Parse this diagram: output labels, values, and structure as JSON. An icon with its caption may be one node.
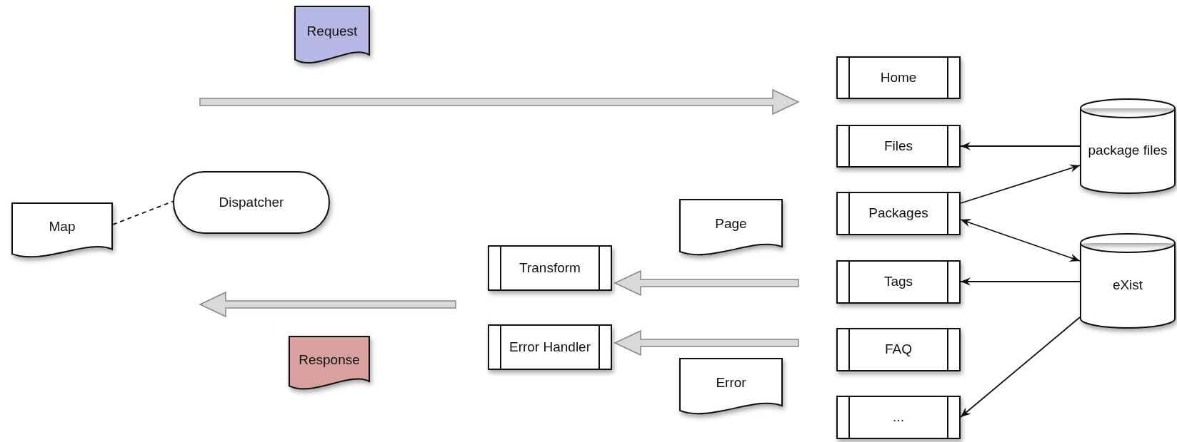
{
  "diagram": {
    "nodes": [
      {
        "text": [
          "Request"
        ]
      },
      {
        "text": [
          "Home"
        ]
      },
      {
        "text": [
          "Files"
        ]
      },
      {
        "text": [
          "package files"
        ]
      },
      {
        "text": [
          "Map"
        ]
      },
      {
        "text": [
          "Dispatcher"
        ]
      },
      {
        "text": [
          "Packages"
        ]
      },
      {
        "text": [
          "Page"
        ]
      },
      {
        "text": [
          "Transform"
        ]
      },
      {
        "text": [
          "eXist"
        ]
      },
      {
        "text": [
          "Tags"
        ]
      },
      {
        "text": [
          "Error Handler"
        ]
      },
      {
        "text": [
          "Response"
        ]
      },
      {
        "text": [
          "FAQ"
        ]
      },
      {
        "text": [
          "Error"
        ]
      },
      {
        "text": [
          "..."
        ]
      }
    ],
    "edges": [
      {
        "from": 3,
        "to": 2,
        "arrow": "to"
      },
      {
        "from": 6,
        "to": 3,
        "arrow": "to"
      },
      {
        "from": 6,
        "to": 9,
        "arrow": "both"
      },
      {
        "from": 9,
        "to": 10,
        "arrow": "to"
      },
      {
        "from": 9,
        "to": 15,
        "arrow": "to"
      },
      {
        "from": 4,
        "to": 5,
        "arrow": "none",
        "style": "dashed"
      },
      {
        "from": 7,
        "to": 8,
        "arrow": "to",
        "style": "thick"
      },
      {
        "from": 14,
        "to": 11,
        "arrow": "to",
        "style": "thick"
      }
    ]
  }
}
